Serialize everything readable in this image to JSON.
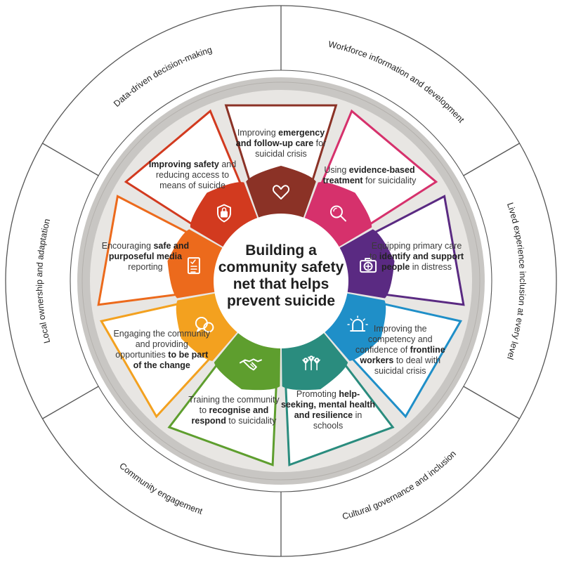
{
  "center_title_lines": [
    "Building a",
    "community safety",
    "net that helps",
    "prevent suicide"
  ],
  "outer_ring": [
    {
      "id": "data-driven",
      "label": "Data-driven decision-making"
    },
    {
      "id": "workforce",
      "label": "Workforce information and development"
    },
    {
      "id": "lived-experience",
      "label": "Lived experience inclusion at every level"
    },
    {
      "id": "cultural",
      "label": "Cultural governance and inclusion"
    },
    {
      "id": "community-engagement",
      "label": "Community engagement"
    },
    {
      "id": "local-ownership",
      "label": "Local ownership and adaptation"
    }
  ],
  "segments": [
    {
      "id": "emergency",
      "color": "#8B3226",
      "icon": "heart-icon",
      "parts": [
        {
          "t": "Improving ",
          "b": false
        },
        {
          "t": "emergency",
          "b": true
        },
        {
          "t": " ",
          "b": false
        },
        {
          "t": "and follow-up care",
          "b": true
        },
        {
          "t": " for suicidal crisis",
          "b": false
        }
      ]
    },
    {
      "id": "evidence",
      "color": "#D6316C",
      "icon": "magnifier-icon",
      "parts": [
        {
          "t": "Using ",
          "b": false
        },
        {
          "t": "evidence-based treatment",
          "b": true
        },
        {
          "t": " for suicidality",
          "b": false
        }
      ]
    },
    {
      "id": "primary-care",
      "color": "#5A2A82",
      "icon": "medical-kit-icon",
      "parts": [
        {
          "t": "Equipping primary care to ",
          "b": false
        },
        {
          "t": "identify and support people",
          "b": true
        },
        {
          "t": " in distress",
          "b": false
        }
      ]
    },
    {
      "id": "frontline",
      "color": "#1F8FC8",
      "icon": "siren-icon",
      "parts": [
        {
          "t": "Improving the competency and confidence of ",
          "b": false
        },
        {
          "t": "frontline workers",
          "b": true
        },
        {
          "t": " to deal with suicidal crisis",
          "b": false
        }
      ]
    },
    {
      "id": "schools",
      "color": "#2A8C7E",
      "icon": "people-icon",
      "parts": [
        {
          "t": "Promoting ",
          "b": false
        },
        {
          "t": "help-seeking, mental health and resilience",
          "b": true
        },
        {
          "t": " in schools",
          "b": false
        }
      ]
    },
    {
      "id": "training",
      "color": "#5E9E2E",
      "icon": "handshake-icon",
      "parts": [
        {
          "t": "Training the community to ",
          "b": false
        },
        {
          "t": "recognise and respond",
          "b": true
        },
        {
          "t": " to suicidality",
          "b": false
        }
      ]
    },
    {
      "id": "engaging",
      "color": "#F3A11F",
      "icon": "speech-bubbles-icon",
      "parts": [
        {
          "t": "Engaging the community and providing opportunities ",
          "b": false
        },
        {
          "t": "to be part of the change",
          "b": true
        }
      ]
    },
    {
      "id": "media",
      "color": "#EC6A1C",
      "icon": "checklist-icon",
      "parts": [
        {
          "t": "Encouraging ",
          "b": false
        },
        {
          "t": "safe and purposeful media",
          "b": true
        },
        {
          "t": " reporting",
          "b": false
        }
      ]
    },
    {
      "id": "safety",
      "color": "#D23A1F",
      "icon": "lock-shield-icon",
      "parts": [
        {
          "t": "Improving safety",
          "b": true
        },
        {
          "t": " and reducing access to means of suicide",
          "b": false
        }
      ]
    }
  ]
}
